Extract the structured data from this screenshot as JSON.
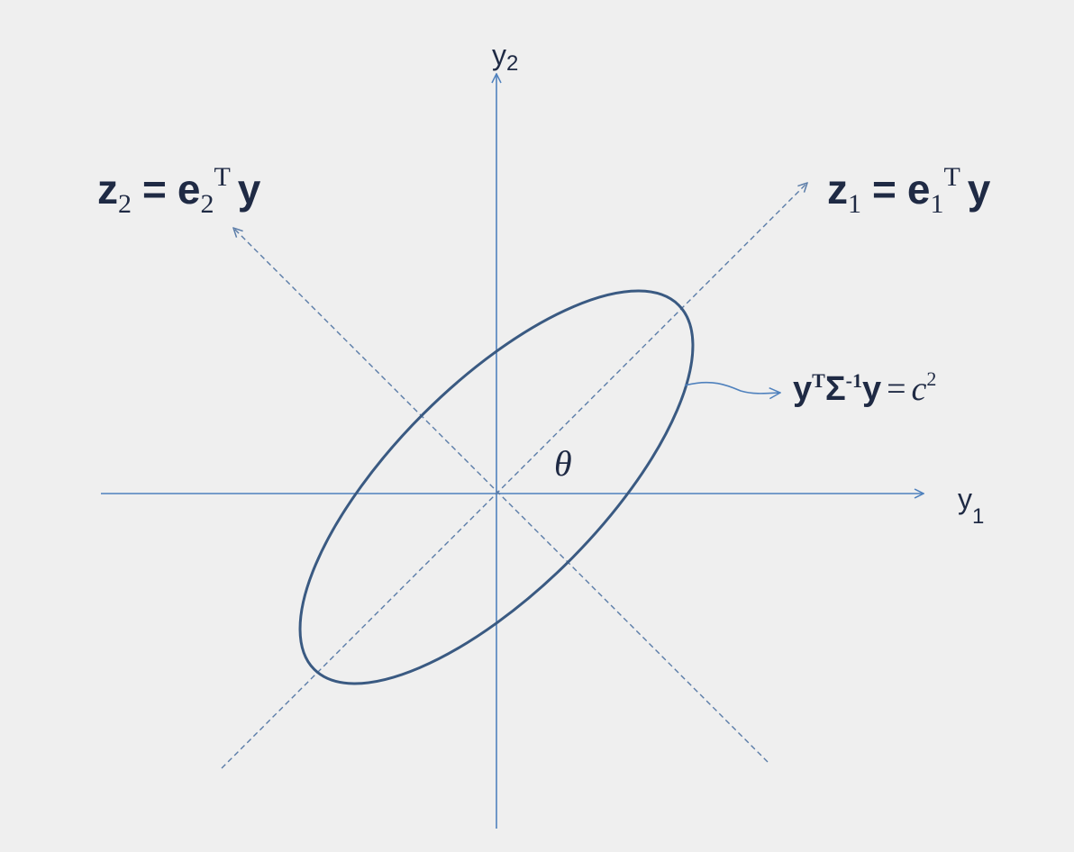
{
  "colors": {
    "background": "#efefef",
    "axis": "#4f81bd",
    "dashed_axis": "#5a7ca8",
    "ellipse": "#3a5a82",
    "text": "#1f2a44"
  },
  "axes": {
    "y1": {
      "base": "y",
      "sub": "1"
    },
    "y2": {
      "base": "y",
      "sub": "2"
    }
  },
  "principal_axes": {
    "z1": {
      "lhs": "z",
      "lhs_sub": "1",
      "eq": "=",
      "e": "e",
      "e_sub": "1",
      "sup": "T",
      "y": "y"
    },
    "z2": {
      "lhs": "z",
      "lhs_sub": "2",
      "eq": "=",
      "e": "e",
      "e_sub": "2",
      "sup": "T",
      "y": "y"
    }
  },
  "ellipse_equation": {
    "y": "y",
    "sup_T": "T",
    "sigma": "Σ",
    "sup_inv": "-1",
    "y2": "y",
    "eq": "=",
    "c": "c",
    "sup_2": "2"
  },
  "angle_label": "θ"
}
